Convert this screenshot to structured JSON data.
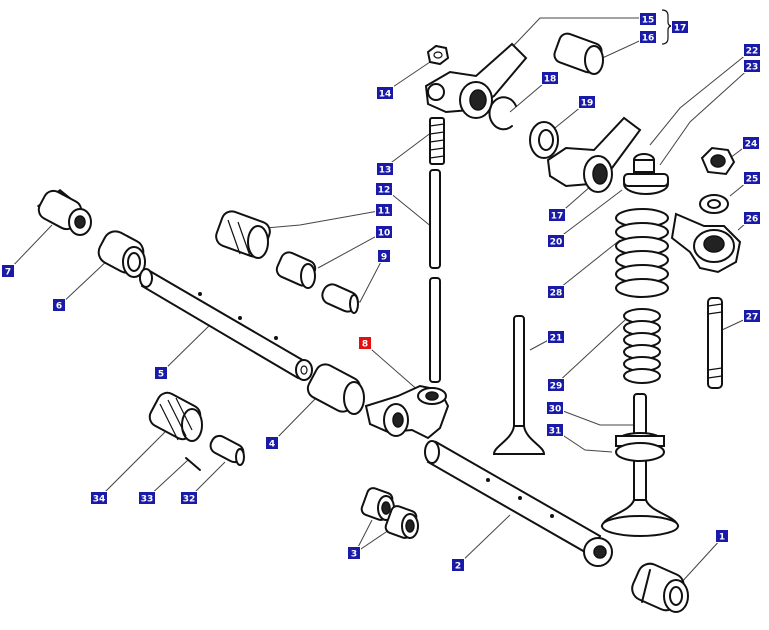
{
  "diagram": {
    "accent_callout": "#1a1aa8",
    "highlight_callout": "#e01010",
    "callouts": [
      {
        "num": "1",
        "label": "1",
        "highlight": false
      },
      {
        "num": "2",
        "label": "2",
        "highlight": false
      },
      {
        "num": "3",
        "label": "3",
        "highlight": false
      },
      {
        "num": "4",
        "label": "4",
        "highlight": false
      },
      {
        "num": "5",
        "label": "5",
        "highlight": false
      },
      {
        "num": "6",
        "label": "6",
        "highlight": false
      },
      {
        "num": "7",
        "label": "7",
        "highlight": false
      },
      {
        "num": "8",
        "label": "8",
        "highlight": true
      },
      {
        "num": "9",
        "label": "9",
        "highlight": false
      },
      {
        "num": "10",
        "label": "10",
        "highlight": false
      },
      {
        "num": "11",
        "label": "11",
        "highlight": false
      },
      {
        "num": "12",
        "label": "12",
        "highlight": false
      },
      {
        "num": "13",
        "label": "13",
        "highlight": false
      },
      {
        "num": "14",
        "label": "14",
        "highlight": false
      },
      {
        "num": "15",
        "label": "15",
        "highlight": false
      },
      {
        "num": "16",
        "label": "16",
        "highlight": false
      },
      {
        "num": "17",
        "label": "17",
        "highlight": false
      },
      {
        "num": "17b",
        "label": "17",
        "highlight": false
      },
      {
        "num": "18",
        "label": "18",
        "highlight": false
      },
      {
        "num": "19",
        "label": "19",
        "highlight": false
      },
      {
        "num": "20",
        "label": "20",
        "highlight": false
      },
      {
        "num": "21",
        "label": "21",
        "highlight": false
      },
      {
        "num": "22",
        "label": "22",
        "highlight": false
      },
      {
        "num": "23",
        "label": "23",
        "highlight": false
      },
      {
        "num": "24",
        "label": "24",
        "highlight": false
      },
      {
        "num": "25",
        "label": "25",
        "highlight": false
      },
      {
        "num": "26",
        "label": "26",
        "highlight": false
      },
      {
        "num": "27",
        "label": "27",
        "highlight": false
      },
      {
        "num": "28",
        "label": "28",
        "highlight": false
      },
      {
        "num": "29",
        "label": "29",
        "highlight": false
      },
      {
        "num": "30",
        "label": "30",
        "highlight": false
      },
      {
        "num": "31",
        "label": "31",
        "highlight": false
      },
      {
        "num": "32",
        "label": "32",
        "highlight": false
      },
      {
        "num": "33",
        "label": "33",
        "highlight": false
      },
      {
        "num": "34",
        "label": "34",
        "highlight": false
      }
    ]
  }
}
